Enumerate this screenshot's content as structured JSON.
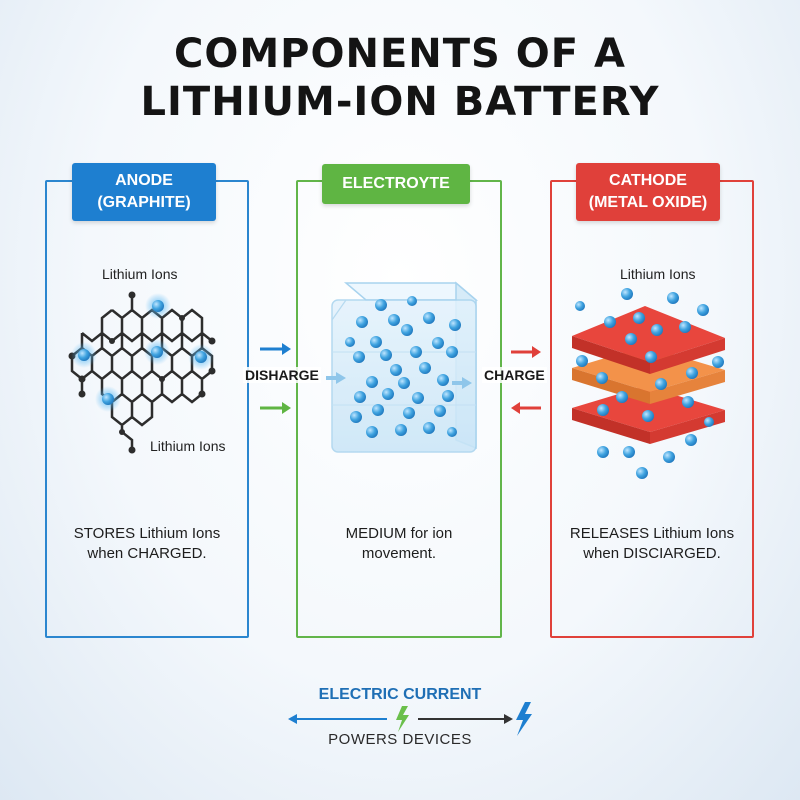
{
  "title": {
    "line1": "COMPONENTS OF A",
    "line2": "LITHIUM-ION BATTERY"
  },
  "anode": {
    "badge_line1": "ANODE",
    "badge_line2": "(GRAPHITE)",
    "label_top": "Lithium Ions",
    "label_bottom": "Lithium Ions",
    "desc_line1": "STORES Lithium Ions",
    "desc_line2": "when CHARGED."
  },
  "electrolyte": {
    "badge": "ELECTROYTE",
    "desc_line1": "MEDIUM for ion",
    "desc_line2": "movement."
  },
  "cathode": {
    "badge_line1": "CATHODE",
    "badge_line2": "(METAL OXIDE)",
    "label_top": "Lithium Ions",
    "desc_line1": "RELEASES Lithium Ions",
    "desc_line2": "when DISCIARGED."
  },
  "flow": {
    "left": "DISHARGE",
    "right": "CHARGE"
  },
  "current": {
    "title": "ELECTRIC CURRENT",
    "subtitle": "POWERS DEVICES"
  },
  "colors": {
    "anode": "#1e7fd0",
    "electrolyte": "#5fb543",
    "cathode": "#e0403a",
    "ion": "#3fa3e0",
    "layer_red": "#e8463d",
    "layer_orange": "#f3924a"
  },
  "icons": [
    "right-arrow-icon",
    "left-arrow-icon",
    "lightning-bolt-icon"
  ]
}
